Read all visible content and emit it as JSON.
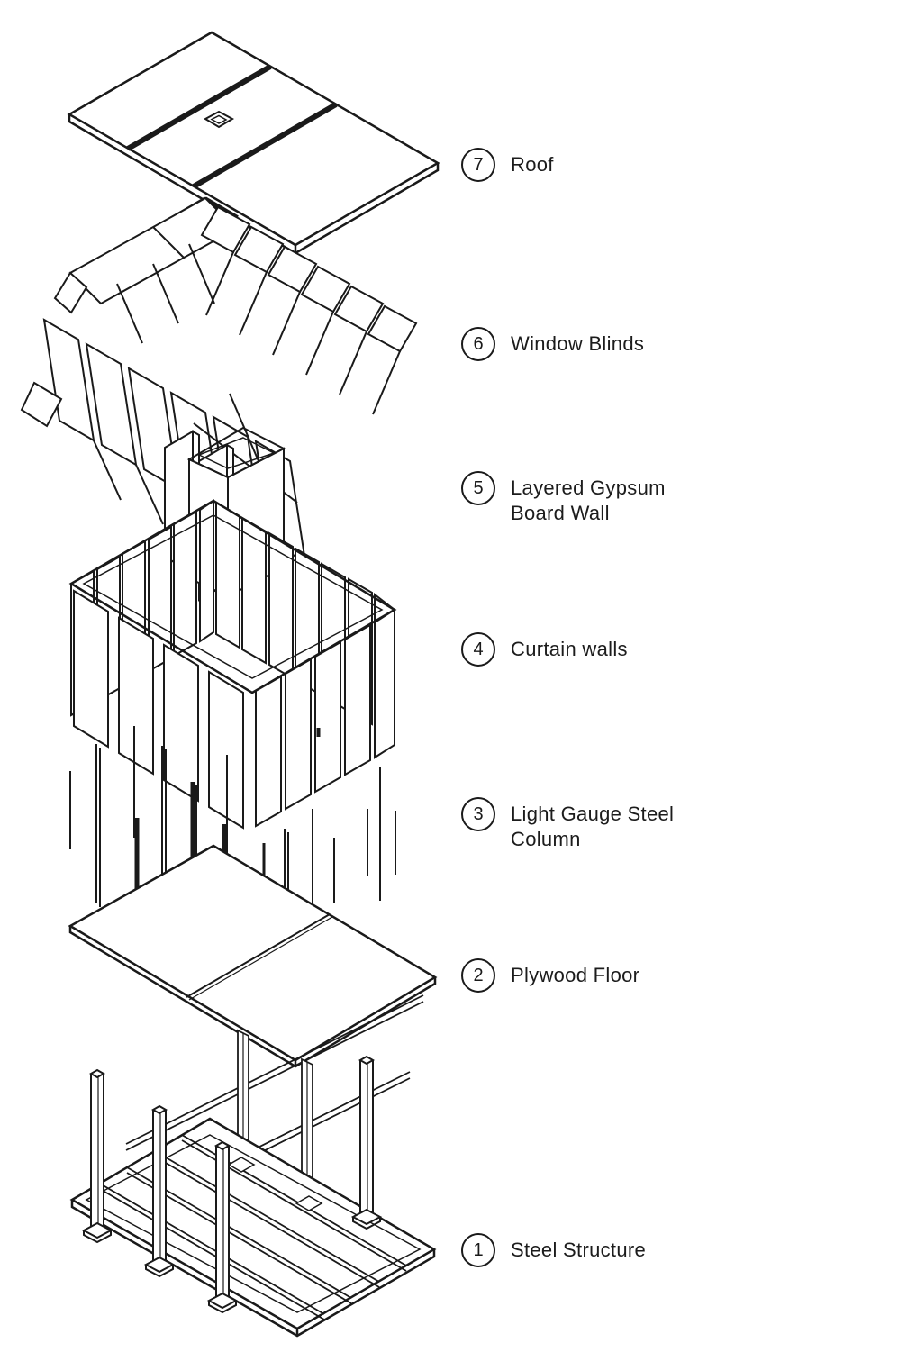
{
  "colors": {
    "line": "#1a1a1a",
    "background": "#ffffff"
  },
  "layers": [
    {
      "num": "7",
      "line1": "Roof",
      "line2": ""
    },
    {
      "num": "6",
      "line1": "Window Blinds",
      "line2": ""
    },
    {
      "num": "5",
      "line1": "Layered Gypsum",
      "line2": "Board Wall"
    },
    {
      "num": "4",
      "line1": "Curtain walls",
      "line2": ""
    },
    {
      "num": "3",
      "line1": "Light Gauge Steel",
      "line2": "Column"
    },
    {
      "num": "2",
      "line1": "Plywood Floor",
      "line2": ""
    },
    {
      "num": "1",
      "line1": "Steel Structure",
      "line2": ""
    }
  ]
}
